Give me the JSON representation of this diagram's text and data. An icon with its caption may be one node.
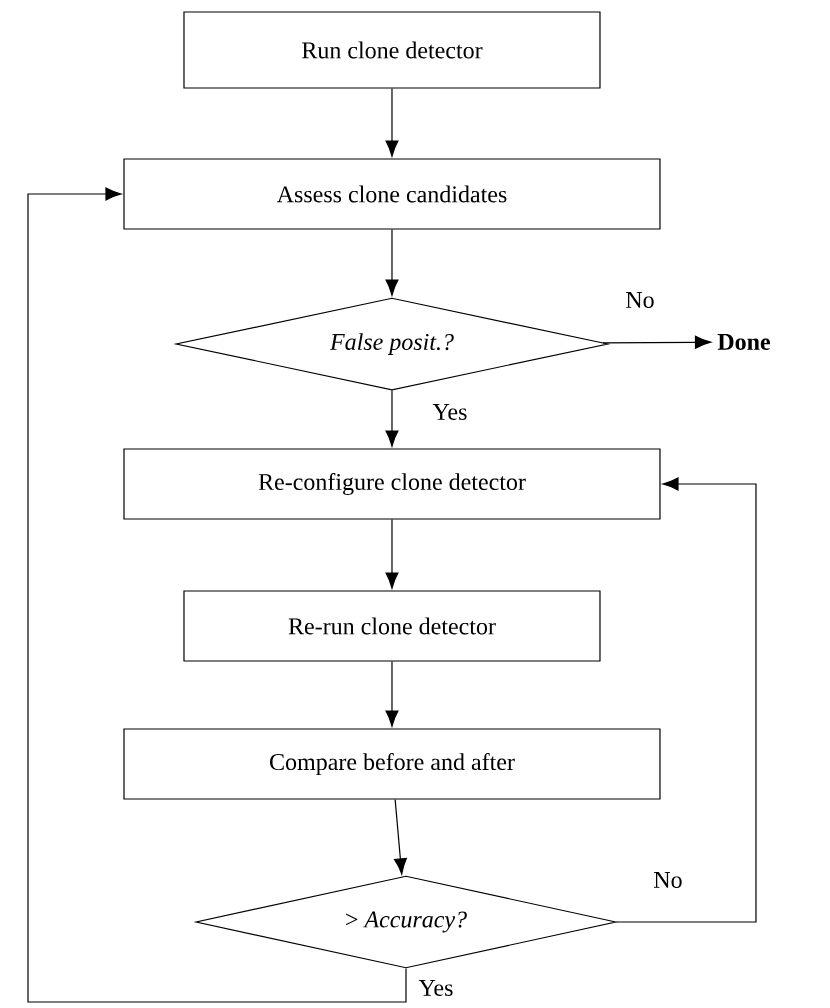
{
  "diagram": {
    "nodes": [
      {
        "text": [
          "Run clone detector"
        ]
      },
      {
        "text": [
          "Assess clone candidates"
        ]
      },
      {
        "text": [
          "False posit.?"
        ]
      },
      {
        "text": [
          "Done"
        ]
      },
      {
        "text": [
          "Re-configure clone detector"
        ]
      },
      {
        "text": [
          "Re-run clone detector"
        ]
      },
      {
        "text": [
          "Compare before and after"
        ]
      },
      {
        "text": [
          "> *Accuracy?*"
        ]
      }
    ],
    "edges": [
      {
        "from": 0,
        "to": 1,
        "arrow": "to"
      },
      {
        "from": 1,
        "to": 2,
        "arrow": "to"
      },
      {
        "from": 2,
        "to": 3,
        "arrow": "to",
        "label": "No"
      },
      {
        "from": 2,
        "to": 4,
        "arrow": "to",
        "label": "Yes"
      },
      {
        "from": 4,
        "to": 5,
        "arrow": "to"
      },
      {
        "from": 5,
        "to": 6,
        "arrow": "to"
      },
      {
        "from": 6,
        "to": 7,
        "arrow": "to"
      },
      {
        "from": 7,
        "to": 4,
        "arrow": "to",
        "label": "No"
      },
      {
        "from": 7,
        "to": 1,
        "arrow": "to",
        "label": "Yes"
      }
    ]
  }
}
